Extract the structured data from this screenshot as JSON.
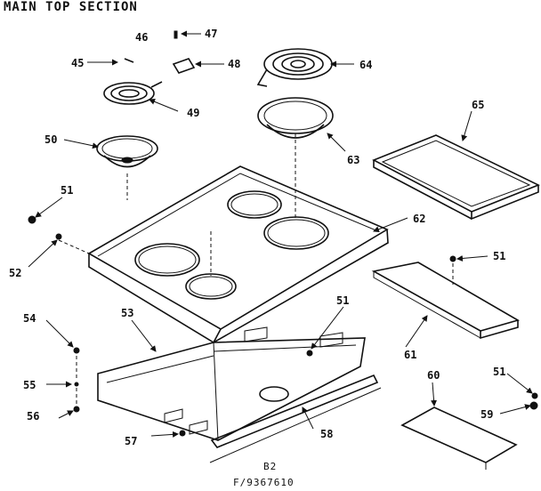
{
  "title": "MAIN TOP SECTION",
  "footer": {
    "code": "B2",
    "part_number": "F/9367610"
  },
  "callouts": {
    "c45": "45",
    "c46": "46",
    "c47": "47",
    "c48": "48",
    "c49": "49",
    "c50": "50",
    "c51a": "51",
    "c51b": "51",
    "c51c": "51",
    "c51d": "51",
    "c52": "52",
    "c53": "53",
    "c54": "54",
    "c55": "55",
    "c56": "56",
    "c57": "57",
    "c58": "58",
    "c59": "59",
    "c60": "60",
    "c61": "61",
    "c62": "62",
    "c63": "63",
    "c64": "64",
    "c65": "65"
  }
}
